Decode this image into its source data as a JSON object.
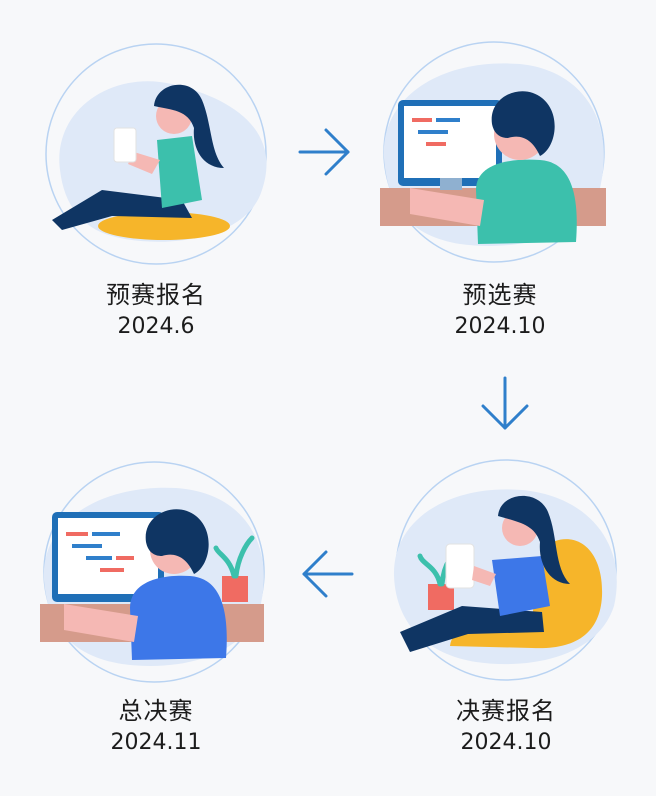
{
  "steps": [
    {
      "name": "预赛报名",
      "date": "2024.6"
    },
    {
      "name": "预选赛",
      "date": "2024.10"
    },
    {
      "name": "决赛报名",
      "date": "2024.10"
    },
    {
      "name": "总决赛",
      "date": "2024.11"
    }
  ],
  "icons": [
    "arrow-right-icon",
    "arrow-down-icon",
    "arrow-left-icon"
  ],
  "colors": {
    "accent": "#2f7fcb",
    "blob": "#dfe9f8",
    "teal": "#3cc0ac",
    "blue": "#3d77e8",
    "yellow": "#f6b52a",
    "navy": "#0f3563",
    "desk": "#d59b8b",
    "skin": "#f5b8b4"
  }
}
